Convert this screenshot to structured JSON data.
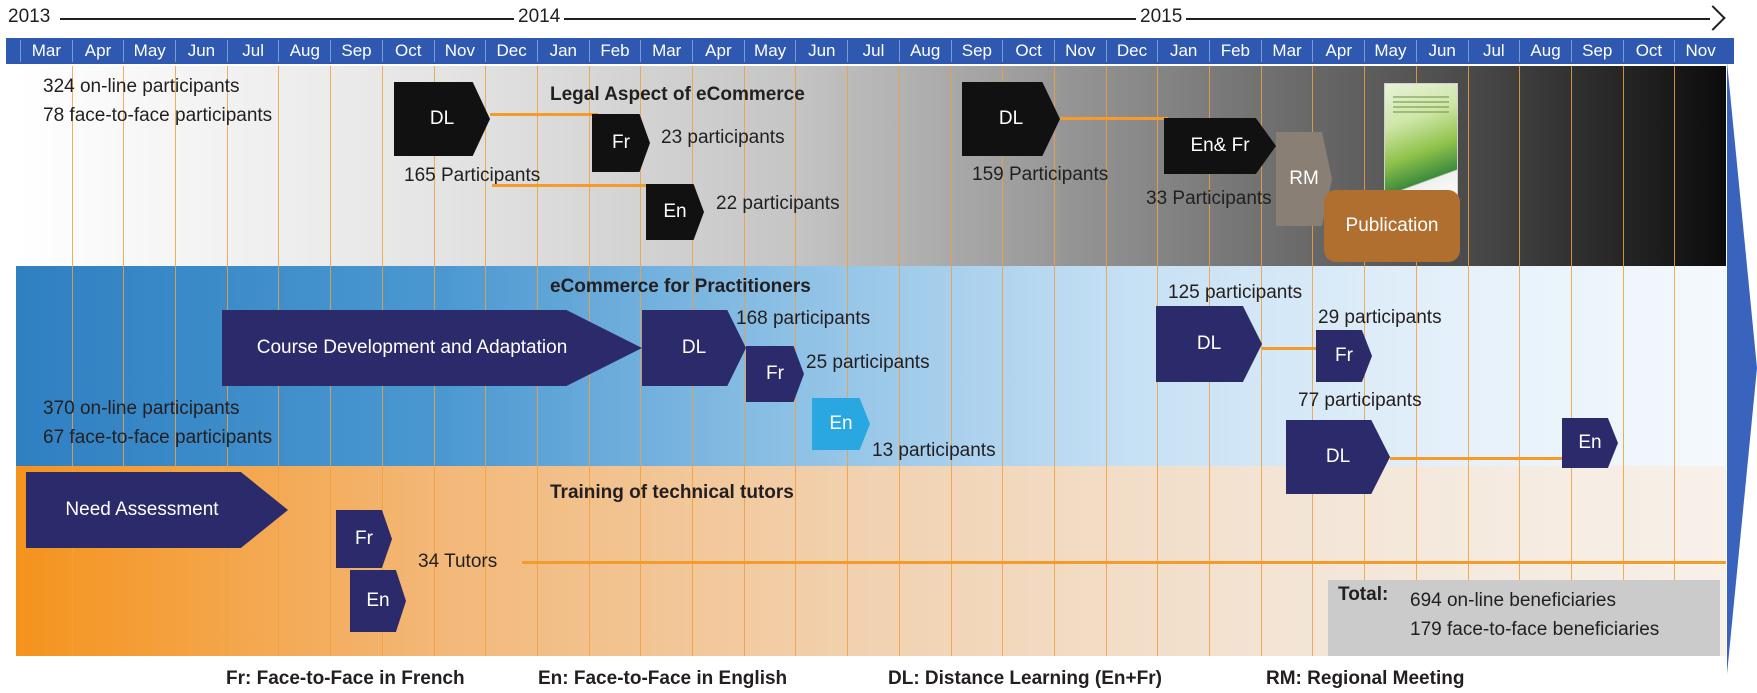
{
  "years": [
    "2013",
    "2014",
    "2015"
  ],
  "months": [
    "Mar",
    "Apr",
    "May",
    "Jun",
    "Jul",
    "Aug",
    "Sep",
    "Oct",
    "Nov",
    "Dec",
    "Jan",
    "Feb",
    "Mar",
    "Apr",
    "May",
    "Jun",
    "Jul",
    "Aug",
    "Sep",
    "Oct",
    "Nov",
    "Dec",
    "Jan",
    "Feb",
    "Mar",
    "Apr",
    "May",
    "Jun",
    "Jul",
    "Aug",
    "Sep",
    "Oct",
    "Nov"
  ],
  "legal": {
    "title": "Legal Aspect of eCommerce",
    "online": "324 on-line participants",
    "f2f": "78 face-to-face participants",
    "dl1": "DL",
    "dl1_count": "165 Participants",
    "fr": "Fr",
    "fr_count": "23 participants",
    "en": "En",
    "en_count": "22 participants",
    "dl2": "DL",
    "dl2_count": "159 Participants",
    "enfr": "En& Fr",
    "rm": "RM",
    "rm_count": "33 Participants",
    "publication": "Publication"
  },
  "practitioners": {
    "title": "eCommerce for Practitioners",
    "course": "Course Development and Adaptation",
    "dl1": "DL",
    "dl1_count": "168 participants",
    "fr1": "Fr",
    "fr1_count": "25 participants",
    "en1": "En",
    "en1_count": "13 participants",
    "online": "370 on-line participants",
    "f2f": "67 face-to-face participants",
    "dl2": "DL",
    "dl2_count": "125 participants",
    "fr2": "Fr",
    "fr2_count": "29 participants",
    "dl3": "DL",
    "dl3_count": "77 participants",
    "en2": "En"
  },
  "tutors": {
    "title": "Training of technical tutors",
    "need": "Need Assessment",
    "fr": "Fr",
    "en": "En",
    "count": "34 Tutors"
  },
  "total": {
    "label": "Total:",
    "online": "694 on-line beneficiaries",
    "f2f": "179 face-to-face beneficiaries"
  },
  "legend": [
    "Fr: Face-to-Face in French",
    "En: Face-to-Face in English",
    "DL: Distance Learning (En+Fr)",
    "RM: Regional Meeting"
  ],
  "colors": {
    "month_bar": "#2f58b0",
    "navy": "#2b2a6a",
    "black": "#111111",
    "cyan": "#29a7e1",
    "orange_line": "#f39c2b",
    "publication": "#b06f2f"
  }
}
